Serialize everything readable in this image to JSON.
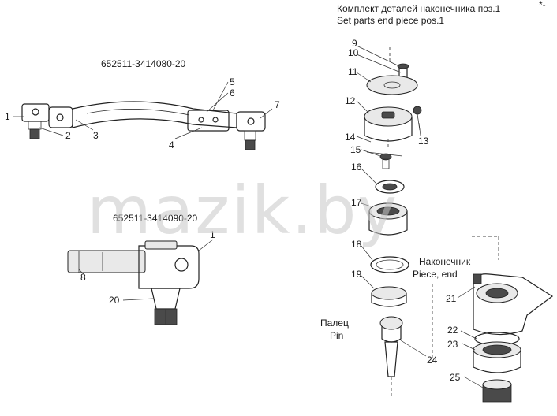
{
  "watermark": "mazik.by",
  "header": {
    "line_ru": "Комплект деталей наконечника поз.1",
    "line_en": "Set parts end piece pos.1",
    "corner_mark": "*-"
  },
  "assemblies": {
    "top_code": "652511-3414080-20",
    "bottom_code": "652511-3414090-20"
  },
  "labels": {
    "piece_ru": "Наконечник",
    "piece_en": "Piece, end",
    "pin_ru": "Палец",
    "pin_en": "Pin"
  },
  "part_numbers": {
    "p1": "1",
    "p2": "2",
    "p3": "3",
    "p4": "4",
    "p5": "5",
    "p6": "6",
    "p7": "7",
    "p1b": "1",
    "p8": "8",
    "p20": "20",
    "p9": "9",
    "p10": "10",
    "p11": "11",
    "p12": "12",
    "p13": "13",
    "p14": "14",
    "p15": "15",
    "p16": "16",
    "p17": "17",
    "p18": "18",
    "p19": "19",
    "p21": "21",
    "p22": "22",
    "p23": "23",
    "p24": "24",
    "p25": "25"
  }
}
